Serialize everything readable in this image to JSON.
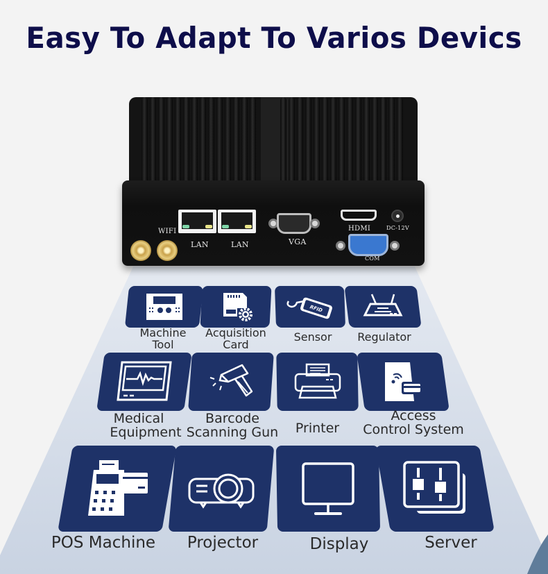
{
  "headline": "Easy To Adapt To Varios Devics",
  "colors": {
    "background": "#f3f3f3",
    "headline": "#0e0e4a",
    "platform": "#cdd6e4",
    "tile": "#1e3268",
    "icon": "#ffffff",
    "label": "#2a2a2a"
  },
  "device": {
    "ports": [
      {
        "id": "wifi",
        "label": "WIFI"
      },
      {
        "id": "lan1",
        "label": "LAN"
      },
      {
        "id": "lan2",
        "label": "LAN"
      },
      {
        "id": "vga",
        "label": "VGA"
      },
      {
        "id": "hdmi",
        "label": "HDMI"
      },
      {
        "id": "dc",
        "label": "DC-12V"
      },
      {
        "id": "com",
        "label": "COM"
      }
    ]
  },
  "devices": [
    {
      "row": 1,
      "icon": "machine-tool-icon",
      "label_line1": "Machine",
      "label_line2": "Tool"
    },
    {
      "row": 1,
      "icon": "acquisition-card-icon",
      "label_line1": "Acquisition",
      "label_line2": "Card"
    },
    {
      "row": 1,
      "icon": "rfid-sensor-icon",
      "label_line1": "Sensor",
      "label_line2": ""
    },
    {
      "row": 1,
      "icon": "router-icon",
      "label_line1": "Regulator",
      "label_line2": ""
    },
    {
      "row": 2,
      "icon": "medical-monitor-icon",
      "label_line1": "Medical",
      "label_line2": "Equipment"
    },
    {
      "row": 2,
      "icon": "barcode-scanner-icon",
      "label_line1": "Barcode",
      "label_line2": "Scanning Gun"
    },
    {
      "row": 2,
      "icon": "printer-icon",
      "label_line1": "Printer",
      "label_line2": ""
    },
    {
      "row": 2,
      "icon": "access-card-icon",
      "label_line1": "Access",
      "label_line2": "Control System"
    },
    {
      "row": 3,
      "icon": "pos-terminal-icon",
      "label_line1": "POS Machine",
      "label_line2": ""
    },
    {
      "row": 3,
      "icon": "projector-icon",
      "label_line1": "Projector",
      "label_line2": ""
    },
    {
      "row": 3,
      "icon": "monitor-icon",
      "label_line1": "Display",
      "label_line2": ""
    },
    {
      "row": 3,
      "icon": "server-icon",
      "label_line1": "Server",
      "label_line2": ""
    }
  ]
}
